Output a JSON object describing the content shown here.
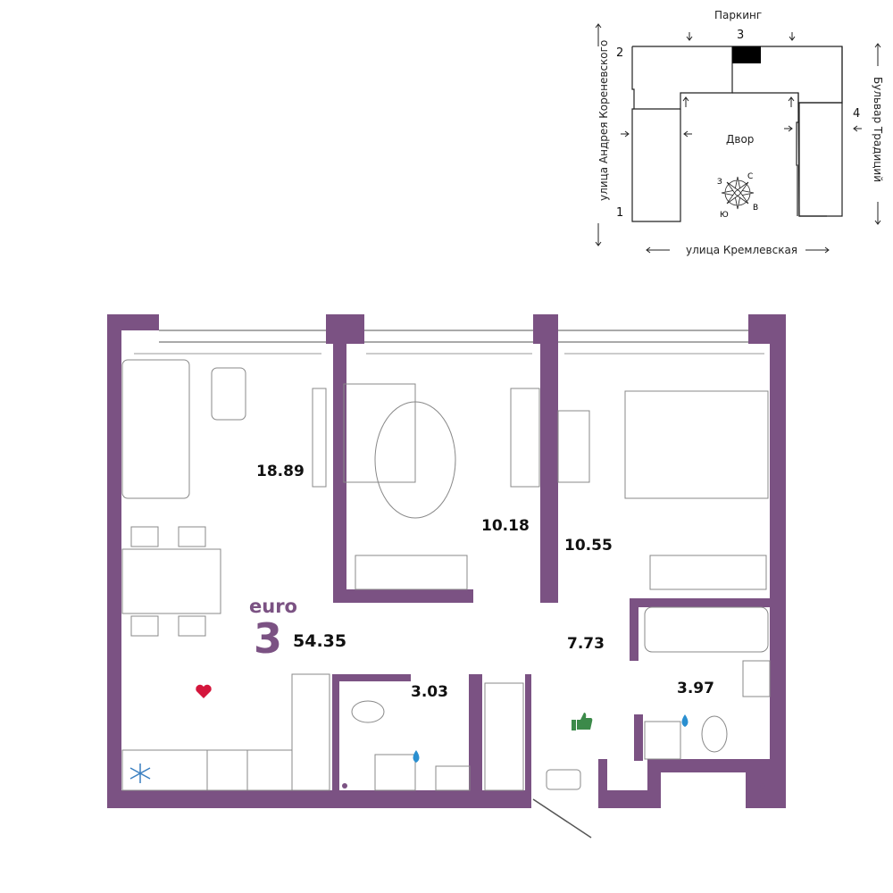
{
  "site_map": {
    "parking": "Паркинг",
    "courtyard": "Двор",
    "street_bottom": "улица Кремлевская",
    "street_left": "улица Андрея Кореневского",
    "street_right": "Бульвар Традиций",
    "section_numbers": [
      "1",
      "2",
      "3",
      "4"
    ],
    "compass": {
      "n": "С",
      "s": "Ю",
      "e": "В",
      "w": "З"
    }
  },
  "apartment": {
    "type_label": "euro",
    "rooms": "3",
    "total_area": "54.35",
    "room_areas": {
      "living": "18.89",
      "bedroom_1": "10.18",
      "bedroom_2": "10.55",
      "hall": "7.73",
      "bathroom": "3.97",
      "wc": "3.03"
    }
  },
  "colors": {
    "wall": "#7b5283",
    "heart": "#d4163c",
    "thumb": "#3c8a4a",
    "drop": "#2a8fd0"
  }
}
